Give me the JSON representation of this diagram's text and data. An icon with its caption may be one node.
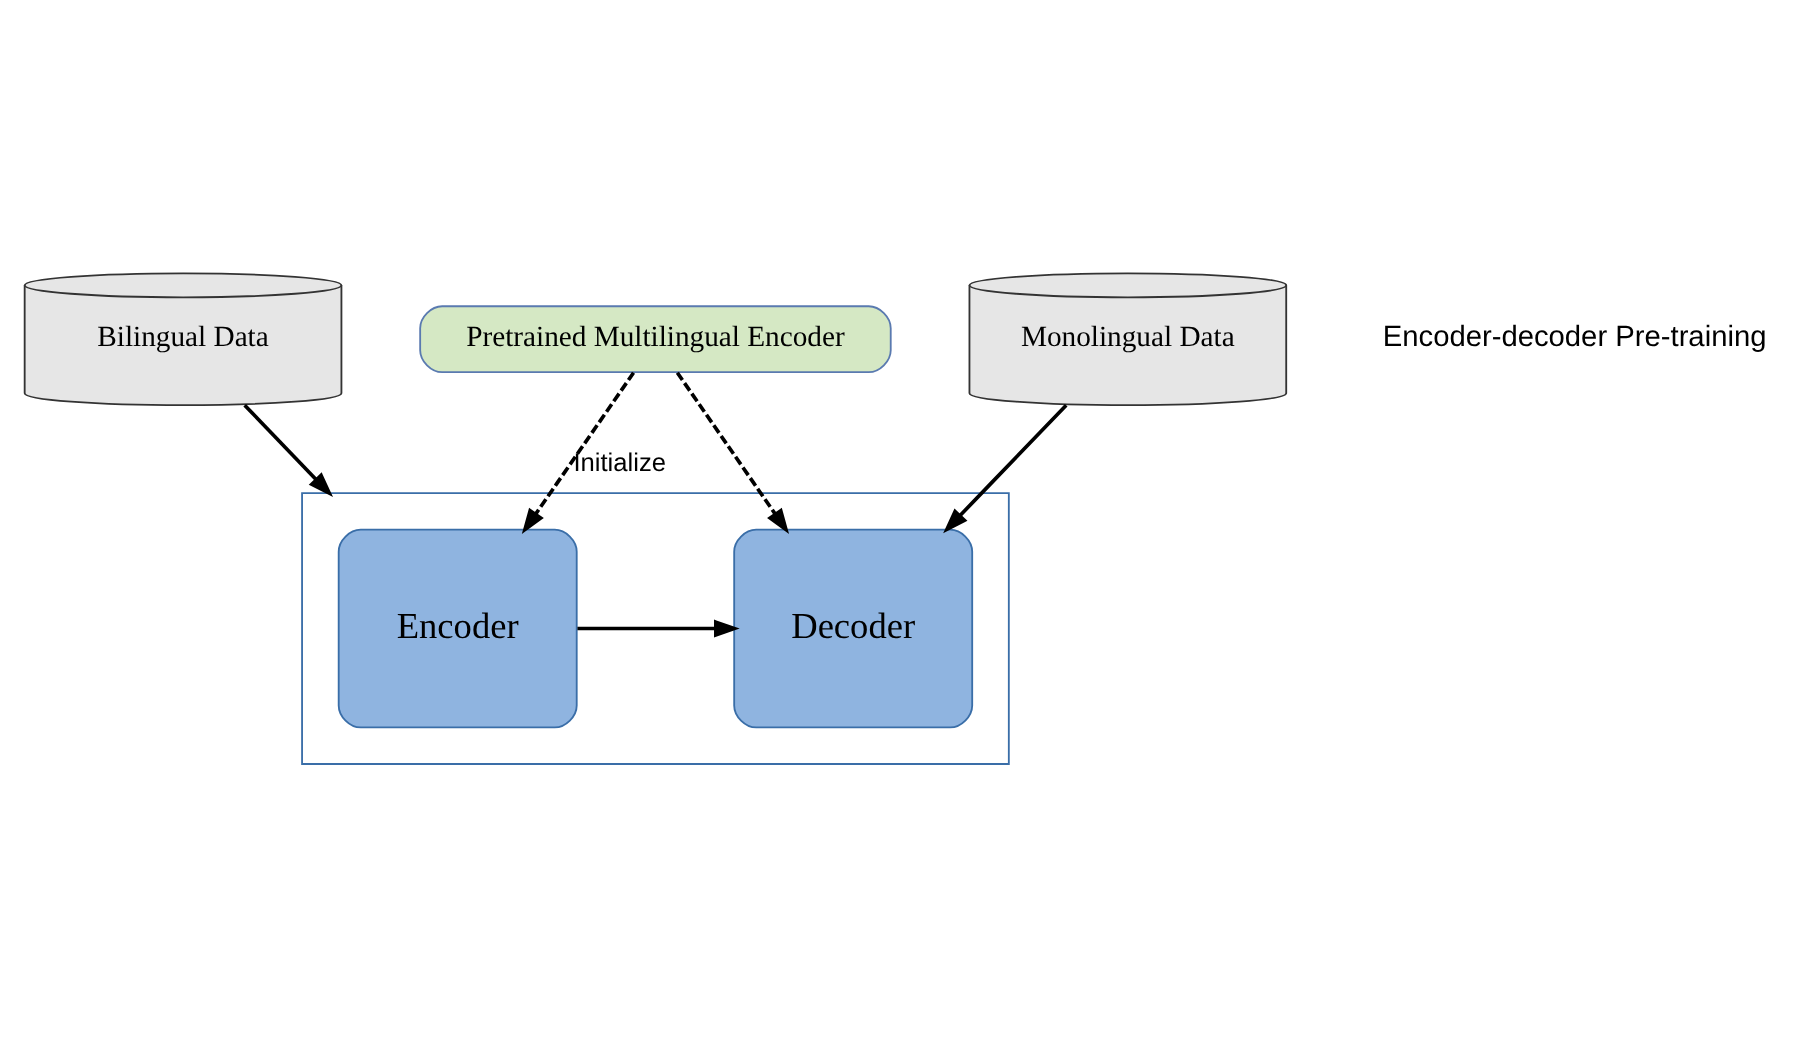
{
  "diagram": {
    "nodes": [
      {
        "text": [
          "Pretrained Multilingual Encoder"
        ]
      },
      {
        "text": [],
        "shape": "box"
      },
      {
        "text": [
          "Encoder"
        ],
        "in": 1
      },
      {
        "text": [
          "Decoder"
        ],
        "in": 1
      },
      {
        "text": [
          "Bilingual Data"
        ]
      },
      {
        "text": [
          "Monolingual Data"
        ]
      }
    ],
    "edges": [
      {
        "from": 0,
        "to": 2,
        "arrow": "to",
        "style": "dashed",
        "label": "Initialize"
      },
      {
        "from": 0,
        "to": 3,
        "arrow": "to",
        "style": "dashed"
      },
      {
        "from": 2,
        "to": 3,
        "arrow": "to"
      },
      {
        "from": 4,
        "to": 1,
        "arrow": "to"
      },
      {
        "from": 5,
        "to": 3,
        "arrow": "to"
      }
    ],
    "labels": [
      "Encoder-decoder Pre-training"
    ]
  }
}
